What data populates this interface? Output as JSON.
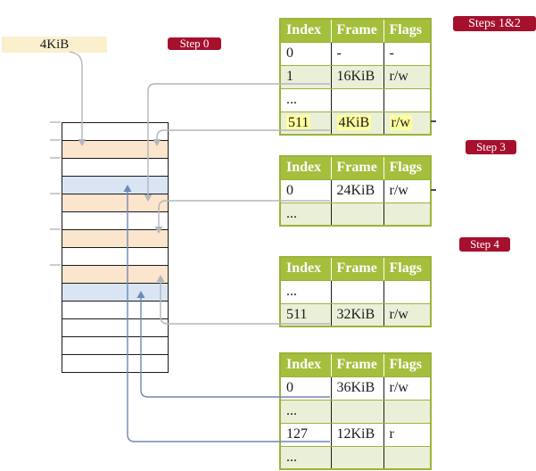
{
  "size_box": {
    "label": "4KiB"
  },
  "badges": [
    {
      "id": "step0",
      "label": "Step 0"
    },
    {
      "id": "steps12",
      "label": "Steps 1&2"
    },
    {
      "id": "step3",
      "label": "Step 3"
    },
    {
      "id": "step4",
      "label": "Step 4"
    }
  ],
  "memory_column": {
    "rows": [
      {
        "fill": "white"
      },
      {
        "fill": "peach"
      },
      {
        "fill": "white"
      },
      {
        "fill": "blue"
      },
      {
        "fill": "peach"
      },
      {
        "fill": "white"
      },
      {
        "fill": "peach"
      },
      {
        "fill": "white"
      },
      {
        "fill": "peach"
      },
      {
        "fill": "blue"
      },
      {
        "fill": "white"
      },
      {
        "fill": "white"
      },
      {
        "fill": "white"
      },
      {
        "fill": "white"
      }
    ]
  },
  "tables": [
    {
      "id": "table-steps-1-2",
      "headers": [
        "Index",
        "Frame",
        "Flags"
      ],
      "rows": [
        {
          "index": "0",
          "frame": "-",
          "flags": "-",
          "shade": "white"
        },
        {
          "index": "1",
          "frame": "16KiB",
          "flags": "r/w",
          "shade": "green"
        },
        {
          "index": "...",
          "frame": "",
          "flags": "",
          "shade": "white"
        },
        {
          "index": "511",
          "frame": "4KiB",
          "flags": "r/w",
          "shade": "green"
        }
      ]
    },
    {
      "id": "table-step-3",
      "headers": [
        "Index",
        "Frame",
        "Flags"
      ],
      "rows": [
        {
          "index": "0",
          "frame": "24KiB",
          "flags": "r/w",
          "shade": "white"
        },
        {
          "index": "...",
          "frame": "",
          "flags": "",
          "shade": "green"
        }
      ]
    },
    {
      "id": "table-step-4",
      "headers": [
        "Index",
        "Frame",
        "Flags"
      ],
      "rows": [
        {
          "index": "...",
          "frame": "",
          "flags": "",
          "shade": "white"
        },
        {
          "index": "511",
          "frame": "32KiB",
          "flags": "r/w",
          "shade": "green"
        }
      ]
    },
    {
      "id": "table-final",
      "headers": [
        "Index",
        "Frame",
        "Flags"
      ],
      "rows": [
        {
          "index": "0",
          "frame": "36KiB",
          "flags": "r/w",
          "shade": "white"
        },
        {
          "index": "...",
          "frame": "",
          "flags": "",
          "shade": "green"
        },
        {
          "index": "127",
          "frame": "12KiB",
          "flags": "r",
          "shade": "white"
        },
        {
          "index": "...",
          "frame": "",
          "flags": "",
          "shade": "green"
        }
      ]
    }
  ],
  "colors": {
    "badge_red": "#a5102d",
    "header_green": "#a3bf3c",
    "row_green": "#eaf0d8",
    "border_olive": "#9db23a",
    "frame_peach": "#fce5cd",
    "frame_blue": "#d9e5f3",
    "size_box_cream": "#fbf0cd",
    "highlight_yellow": "#ffff9e",
    "gray_line": "#b3b6bb",
    "blue_line": "#6d89b4"
  }
}
